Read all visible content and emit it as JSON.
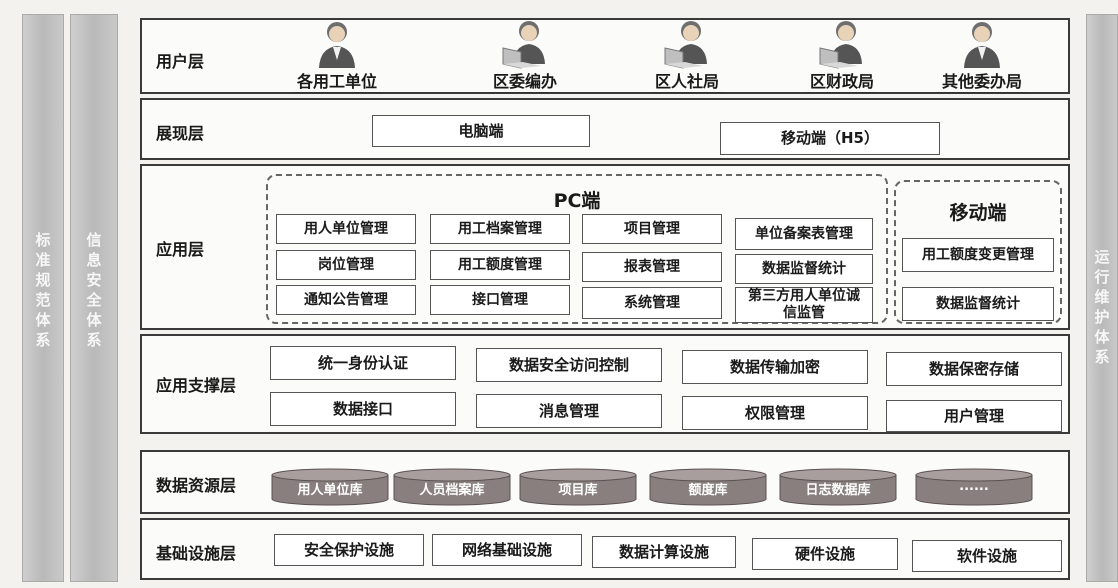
{
  "side_panels": {
    "left1": "标准规范体系",
    "left2": "信息安全体系",
    "right": "运行维护体系"
  },
  "user_layer": {
    "title": "用户层",
    "users": [
      "各用工单位",
      "区委编办",
      "区人社局",
      "区财政局",
      "其他委办局"
    ]
  },
  "presentation_layer": {
    "title": "展现层",
    "pc": "电脑端",
    "mobile": "移动端（H5）"
  },
  "application_layer": {
    "title": "应用层",
    "pc_title": "PC端",
    "pc_modules": [
      "用人单位管理",
      "用工档案管理",
      "项目管理",
      "单位备案表管理",
      "岗位管理",
      "用工额度管理",
      "报表管理",
      "数据监督统计",
      "通知公告管理",
      "接口管理",
      "系统管理",
      "第三方用人单位诚信监管"
    ],
    "mobile_title": "移动端",
    "mobile_modules": [
      "用工额度变更管理",
      "数据监督统计"
    ]
  },
  "support_layer": {
    "title": "应用支撑层",
    "items": [
      "统一身份认证",
      "数据安全访问控制",
      "数据传输加密",
      "数据保密存储",
      "数据接口",
      "消息管理",
      "权限管理",
      "用户管理"
    ]
  },
  "data_layer": {
    "title": "数据资源层",
    "dbs": [
      "用人单位库",
      "人员档案库",
      "项目库",
      "额度库",
      "日志数据库",
      "......"
    ]
  },
  "infra_layer": {
    "title": "基础设施层",
    "items": [
      "安全保护设施",
      "网络基础设施",
      "数据计算设施",
      "硬件设施",
      "软件设施"
    ]
  },
  "colors": {
    "db_fill": "#8a7f7f",
    "db_top": "#a89e9e",
    "border": "#3a3a3a"
  }
}
